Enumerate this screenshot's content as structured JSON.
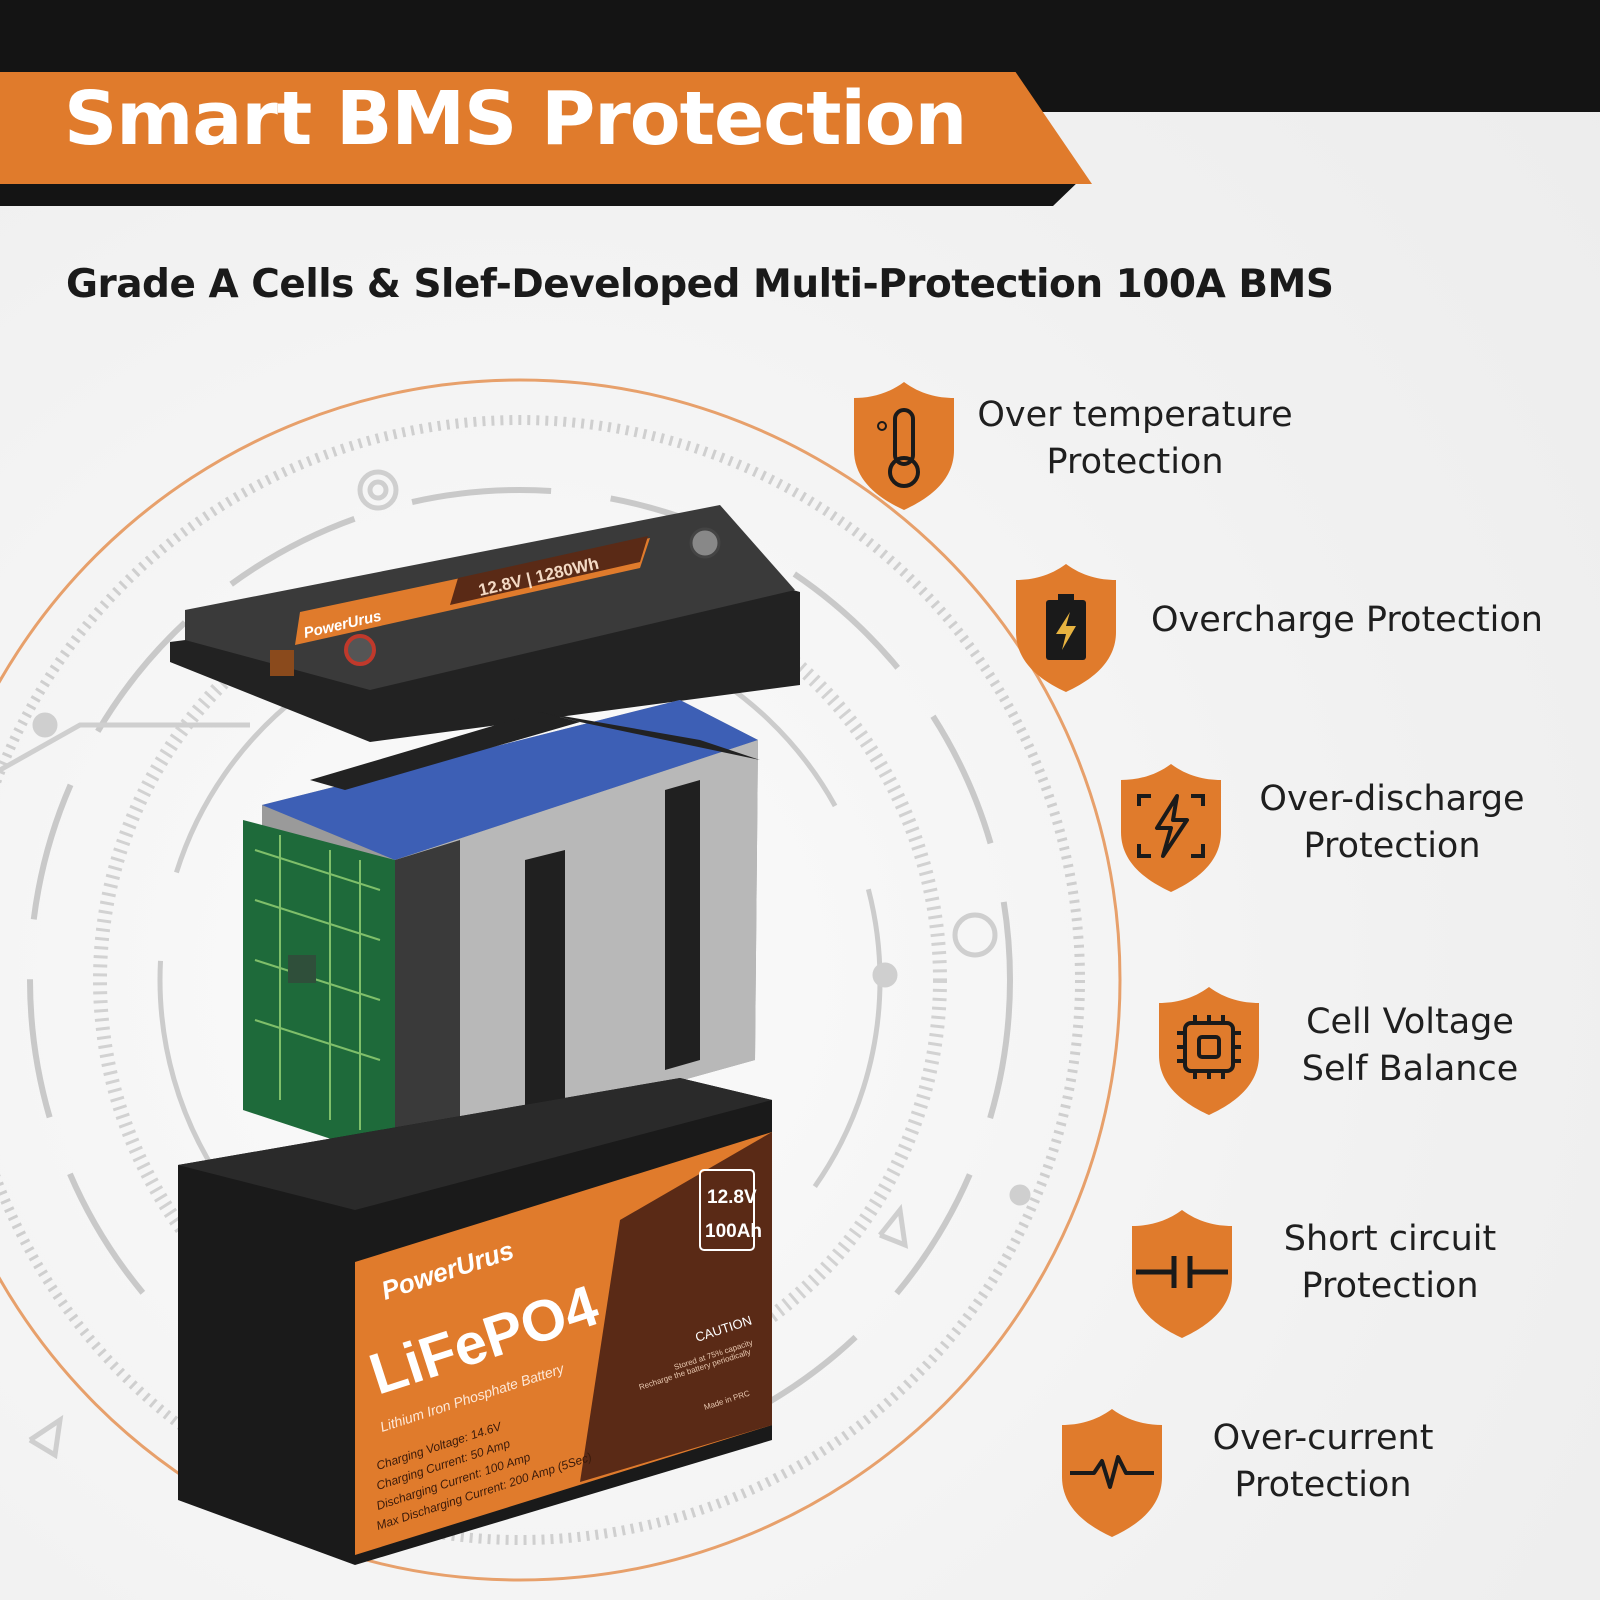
{
  "banner": {
    "title": "Smart BMS Protection"
  },
  "subtitle": "Grade A Cells & Slef-Developed Multi-Protection 100A BMS",
  "colors": {
    "accent": "#e07b2c",
    "dark": "#141414",
    "brown": "#5a2a16"
  },
  "features": [
    {
      "line1": "Over temperature",
      "line2": "Protection",
      "icon": "thermometer-icon"
    },
    {
      "line1": "Overcharge Protection",
      "line2": "",
      "icon": "battery-charge-icon"
    },
    {
      "line1": "Over-discharge",
      "line2": "Protection",
      "icon": "lightning-frame-icon"
    },
    {
      "line1": "Cell Voltage",
      "line2": "Self Balance",
      "icon": "chip-icon"
    },
    {
      "line1": "Short circuit",
      "line2": "Protection",
      "icon": "capacitor-icon"
    },
    {
      "line1": "Over-current",
      "line2": "Protection",
      "icon": "pulse-icon"
    }
  ],
  "product": {
    "lid_label": "12.8V | 1280Wh",
    "brand": "PowerUrus",
    "model": "LiFePO4",
    "type": "Lithium Iron Phosphate Battery",
    "voltage": "12.8V",
    "capacity": "100Ah",
    "specs": [
      "Charging Voltage: 14.6V",
      "Charging Current: 50 Amp",
      "Discharging Current: 100 Amp",
      "Max Discharging Current: 200 Amp (5Sec)"
    ],
    "caution_title": "CAUTION",
    "caution_lines": [
      "Stored at 75% capacity",
      "Recharge the battery periodically"
    ],
    "made_in": "Made in PRC"
  }
}
